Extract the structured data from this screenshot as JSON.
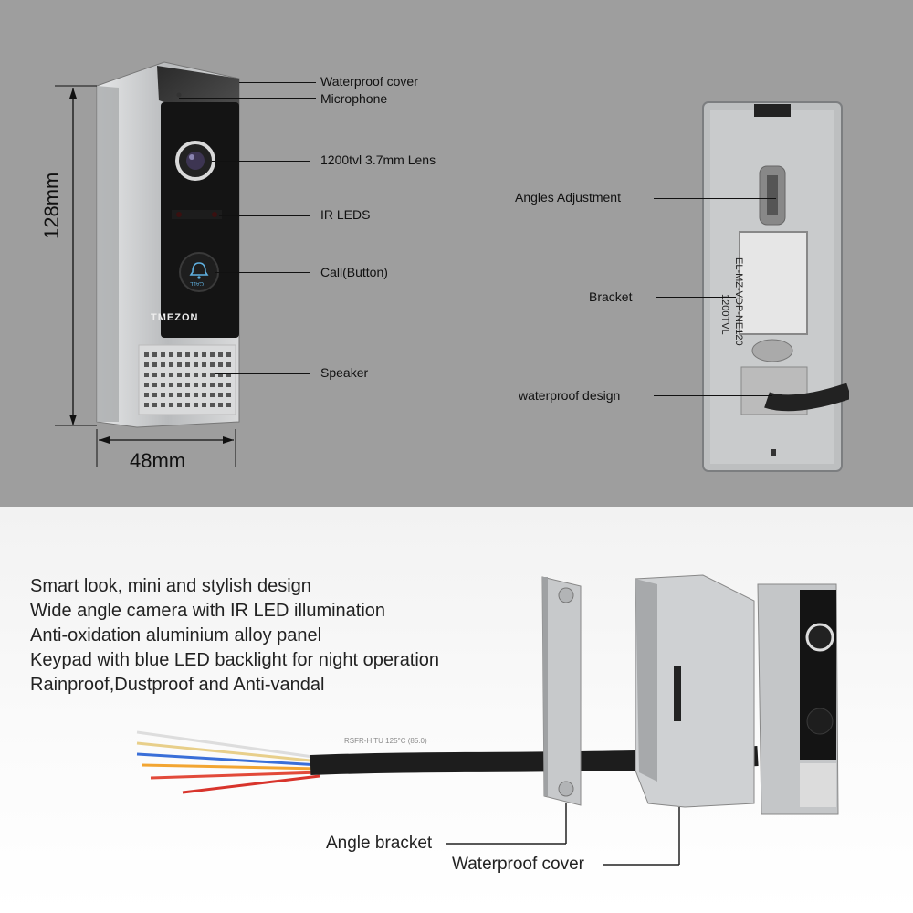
{
  "top_left_labels": {
    "waterproof_cover": "Waterproof cover",
    "microphone": "Microphone",
    "lens": "1200tvl 3.7mm Lens",
    "ir_leds": "IR LEDS",
    "call_button": "Call(Button)",
    "speaker": "Speaker"
  },
  "dimensions": {
    "height": "128mm",
    "width": "48mm"
  },
  "device": {
    "brand": "TMEZON",
    "call_text": "CALL"
  },
  "back_labels": {
    "angles_adjustment": "Angles Adjustment",
    "bracket": "Bracket",
    "waterproof_design": "waterproof design"
  },
  "back_sticker": {
    "line1": "EL-MZ-VDP-NE120",
    "line2": "1200TVL"
  },
  "cable_print": "RSFR-H TU 125°C (85.0)",
  "features": [
    "Smart look, mini and stylish design",
    "Wide angle camera with IR LED illumination",
    "Anti-oxidation aluminium alloy panel",
    "Keypad with blue LED backlight for night operation",
    "Rainproof,Dustproof and Anti-vandal"
  ],
  "bottom_labels": {
    "angle_bracket": "Angle bracket",
    "waterproof_cover": "Waterproof cover"
  },
  "colors": {
    "top_bg": "#9e9e9e",
    "device_black": "#141414",
    "aluminium": "#c4c6c8",
    "call_blue": "#5fb0e0"
  }
}
